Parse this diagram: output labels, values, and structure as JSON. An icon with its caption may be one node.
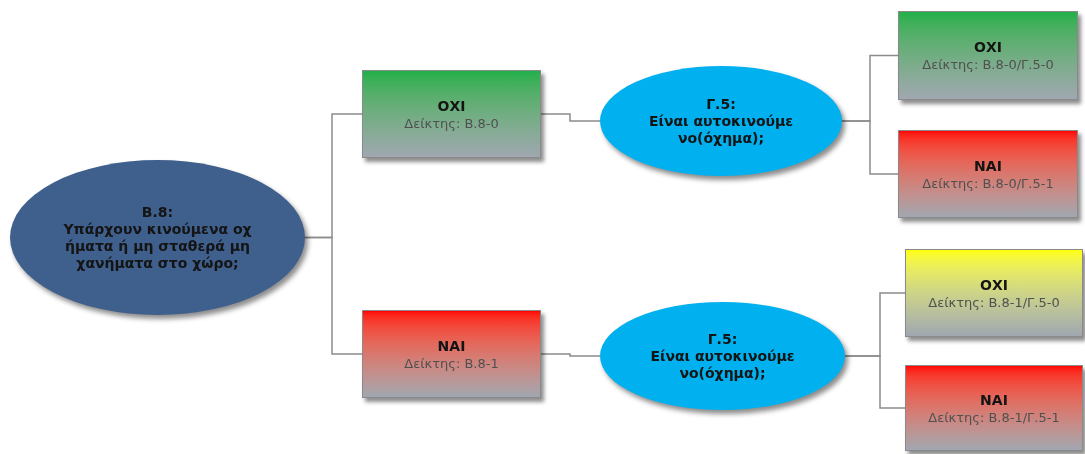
{
  "diagram": {
    "nodes": [
      {
        "text": [
          "Β.8:",
          "Υπάρχουν κινούμενα οχήματα ή μη σταθερά μηχανήματα στο χώρο;"
        ]
      },
      {
        "text": [
          "ΟΧΙ",
          "Δείκτης: Β.8-0"
        ]
      },
      {
        "text": [
          "ΝΑΙ",
          "Δείκτης: Β.8-1"
        ]
      },
      {
        "text": [
          "Γ.5:",
          "Είναι αυτοκινούμενο(όχημα);"
        ]
      },
      {
        "text": [
          "ΟΧΙ",
          "Δείκτης: Β.8-0/Γ.5-0"
        ]
      },
      {
        "text": [
          "ΝΑΙ",
          "Δείκτης: Β.8-0/Γ.5-1"
        ]
      },
      {
        "text": [
          "Γ.5:",
          "Είναι αυτοκινούμενο(όχημα);"
        ]
      },
      {
        "text": [
          "ΟΧΙ",
          "Δείκτης: Β.8-1/Γ.5-0"
        ]
      },
      {
        "text": [
          "ΝΑΙ",
          "Δείκτης: Β.8-1/Γ.5-1"
        ]
      }
    ],
    "edges": [
      {
        "from": 0,
        "to": 1,
        "arrow": "none"
      },
      {
        "from": 0,
        "to": 2,
        "arrow": "none"
      },
      {
        "from": 1,
        "to": 3,
        "arrow": "none"
      },
      {
        "from": 2,
        "to": 6,
        "arrow": "none"
      },
      {
        "from": 3,
        "to": 4,
        "arrow": "none"
      },
      {
        "from": 3,
        "to": 5,
        "arrow": "none"
      },
      {
        "from": 6,
        "to": 7,
        "arrow": "none"
      },
      {
        "from": 6,
        "to": 8,
        "arrow": "none"
      }
    ]
  }
}
